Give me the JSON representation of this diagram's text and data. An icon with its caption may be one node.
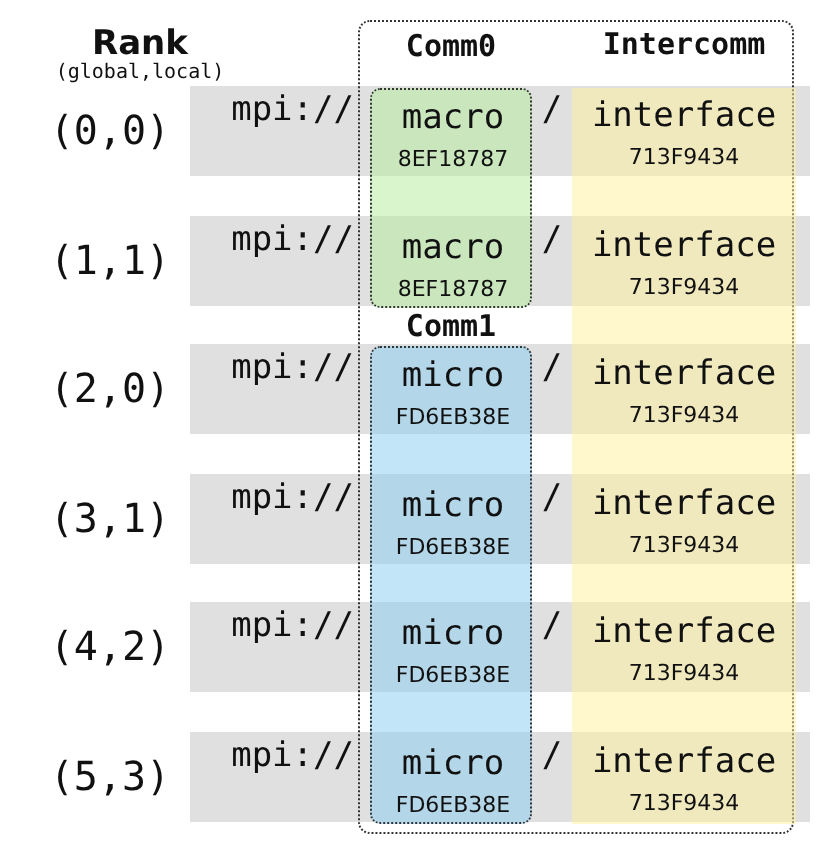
{
  "diagram": {
    "nodes": [
      {
        "text": [],
        "shape": "box"
      },
      {
        "text": [
          "Comm0"
        ],
        "in": 0
      },
      {
        "text": [
          "Comm1"
        ],
        "in": 0
      },
      {
        "text": [
          "Intercomm"
        ],
        "in": 0
      },
      {
        "text": [
          "macro",
          "8EF18787"
        ],
        "in": 1
      },
      {
        "text": [
          "interface",
          "713F9434"
        ],
        "in": 3
      },
      {
        "text": [
          "macro",
          "8EF18787"
        ],
        "in": 1
      },
      {
        "text": [
          "interface",
          "713F9434"
        ],
        "in": 3
      },
      {
        "text": [
          "micro",
          "FD6EB38E"
        ],
        "in": 2
      },
      {
        "text": [
          "interface",
          "713F9434"
        ],
        "in": 3
      },
      {
        "text": [
          "micro",
          "FD6EB38E"
        ],
        "in": 2
      },
      {
        "text": [
          "interface",
          "713F9434"
        ],
        "in": 3
      },
      {
        "text": [
          "micro",
          "FD6EB38E"
        ],
        "in": 2
      },
      {
        "text": [
          "interface",
          "713F9434"
        ],
        "in": 3
      },
      {
        "text": [
          "micro",
          "FD6EB38E"
        ],
        "in": 2
      },
      {
        "text": [
          "interface",
          "713F9434"
        ],
        "in": 3
      }
    ],
    "edges": [],
    "labels": [
      "Rank",
      "(global,local)",
      "(0,0)",
      "mpi://",
      "/",
      "(1,1)",
      "mpi://",
      "/",
      "(2,0)",
      "mpi://",
      "/",
      "(3,1)",
      "mpi://",
      "/",
      "(4,2)",
      "mpi://",
      "/",
      "(5,3)",
      "mpi://",
      "/"
    ]
  }
}
